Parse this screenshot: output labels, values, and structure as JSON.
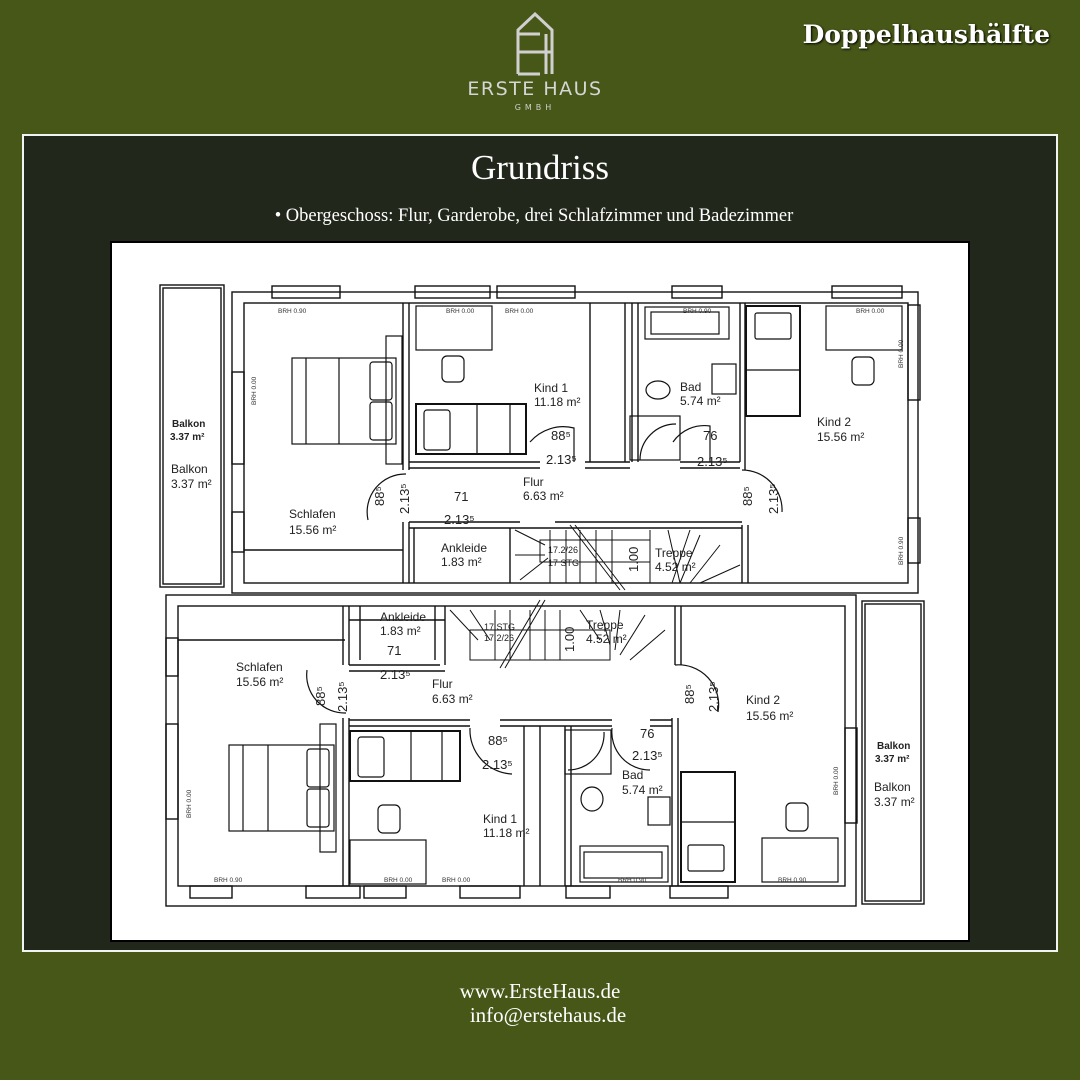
{
  "header": {
    "logo": {
      "name": "ERSTE HAUS",
      "sub": "GMBH"
    },
    "badge": "Doppelhaushälfte"
  },
  "main": {
    "title": "Grundriss",
    "subtitle": "• Obergeschoss: Flur, Garderobe, drei Schlafzimmer und Badezimmer"
  },
  "plan": {
    "upper_unit": {
      "rooms": [
        {
          "name": "Schlafen",
          "area": "15.56 m²"
        },
        {
          "name": "Kind 1",
          "area": "11.18 m²"
        },
        {
          "name": "Bad",
          "area": "5.74 m²"
        },
        {
          "name": "Kind 2",
          "area": "15.56 m²"
        },
        {
          "name": "Flur",
          "area": "6.63 m²"
        },
        {
          "name": "Ankleide",
          "area": "1.83 m²"
        },
        {
          "name": "Treppe",
          "area": "4.52 m²"
        }
      ],
      "balconies": [
        {
          "name": "Balkon",
          "area": "3.37 m²"
        },
        {
          "name": "Balkon",
          "area": "3.37 m²"
        }
      ]
    },
    "lower_unit": {
      "rooms": [
        {
          "name": "Ankleide",
          "area": "1.83 m²"
        },
        {
          "name": "Treppe",
          "area": "4.52 m²"
        },
        {
          "name": "Schlafen",
          "area": "15.56 m²"
        },
        {
          "name": "Flur",
          "area": "6.63 m²"
        },
        {
          "name": "Kind 2",
          "area": "15.56 m²"
        },
        {
          "name": "Bad",
          "area": "5.74 m²"
        },
        {
          "name": "Kind 1",
          "area": "11.18 m²"
        }
      ],
      "balconies": [
        {
          "name": "Balkon",
          "area": "3.37 m²"
        },
        {
          "name": "Balkon",
          "area": "3.37 m²"
        }
      ]
    },
    "dimensions": {
      "door_width_885": "88⁵",
      "door_height": "2.13⁵",
      "door_width_71": "71",
      "door_width_76": "76",
      "stair_steps": "17 STG",
      "stair_ratio": "17.2/26",
      "stair_width": "1.00"
    },
    "sill_heights": {
      "brh_090": "BRH 0.90",
      "brh_000": "BRH 0.00"
    }
  },
  "footer": {
    "website": "www.ErsteHaus.de",
    "email": "info@erstehaus.de"
  },
  "colors": {
    "background": "#475718",
    "panel": "#22271c",
    "sheet": "#ffffff"
  }
}
